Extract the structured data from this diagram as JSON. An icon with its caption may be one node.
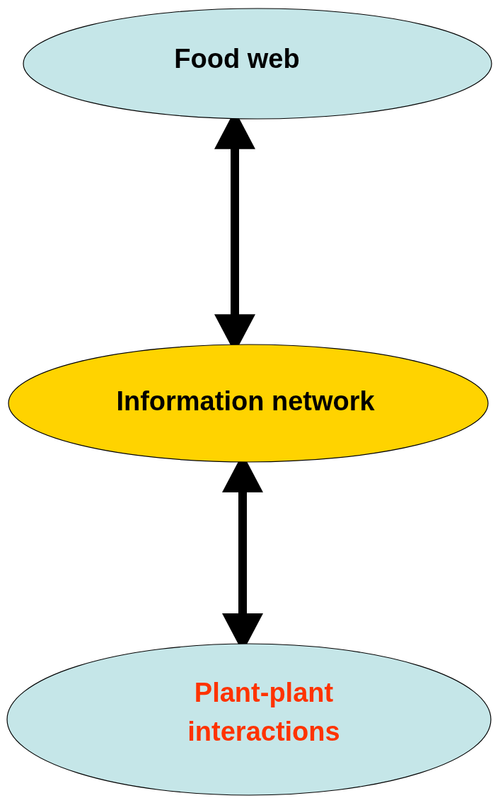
{
  "diagram": {
    "nodes": [
      {
        "text": [
          "Food web"
        ]
      },
      {
        "text": [
          "Information network"
        ]
      },
      {
        "text": [
          "Plant-plant interactions"
        ]
      }
    ],
    "edges": [
      {
        "from": 0,
        "to": 1,
        "arrow": "both"
      },
      {
        "from": 1,
        "to": 2,
        "arrow": "both"
      }
    ]
  }
}
